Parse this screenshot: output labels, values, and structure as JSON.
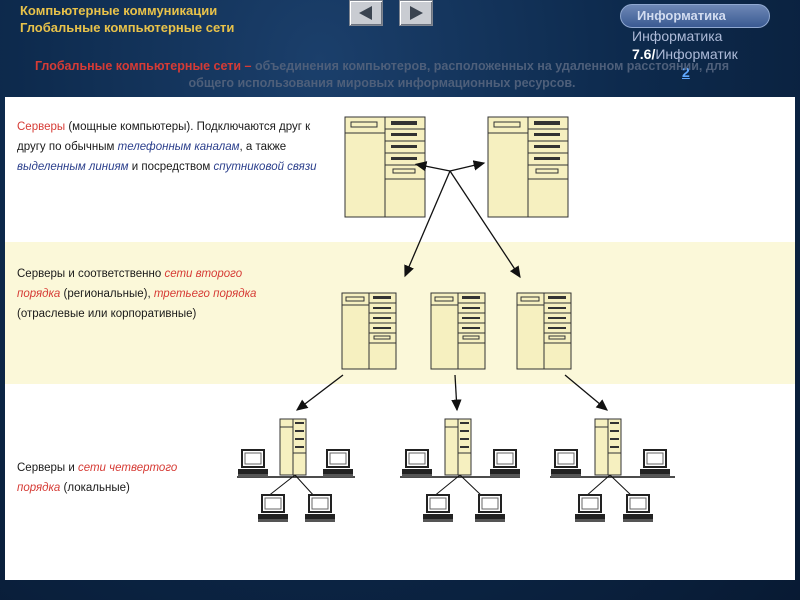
{
  "header": {
    "title_line1": "Компьютерные коммуникации",
    "title_line2": "Глобальные компьютерные сети"
  },
  "nav": {
    "prev_icon": "triangle-left-icon",
    "next_icon": "triangle-right-icon"
  },
  "brand": {
    "badge": "Информатика",
    "line1": "Информатика",
    "line2_prefix": "7.6/",
    "line2_link": "Информатик",
    "line3": "2"
  },
  "definition": {
    "term": "Глобальные компьютерные сети – ",
    "text": "объединения компьютеров, расположенных на удаленном расстоянии, для общего использования мировых информационных ресурсов."
  },
  "sections": [
    {
      "p1": "Серверы",
      "p2": " (мощные компьютеры). Подключаются друг к другу по обычным ",
      "p3": "телефонным каналам",
      "p4": ", а также ",
      "p5": "выделенным линиям",
      "p6": " и посредством ",
      "p7": "спутниковой связи"
    },
    {
      "p1": "Серверы и соответственно ",
      "p2": "сети второго порядка",
      "p3": " (региональные), ",
      "p4": "третьего порядка",
      "p5": " (отраслевые или корпоративные)"
    },
    {
      "p1": "Серверы и ",
      "p2": "сети четвертого порядка",
      "p3": " (локальные)"
    }
  ],
  "colors": {
    "background": "#0b2444",
    "header_text": "#e8c24a",
    "term_red": "#d63b35",
    "accent_blue": "#2b3f8c",
    "server_fill": "#f6f0c0",
    "band_yellow": "#fbf8d9"
  }
}
